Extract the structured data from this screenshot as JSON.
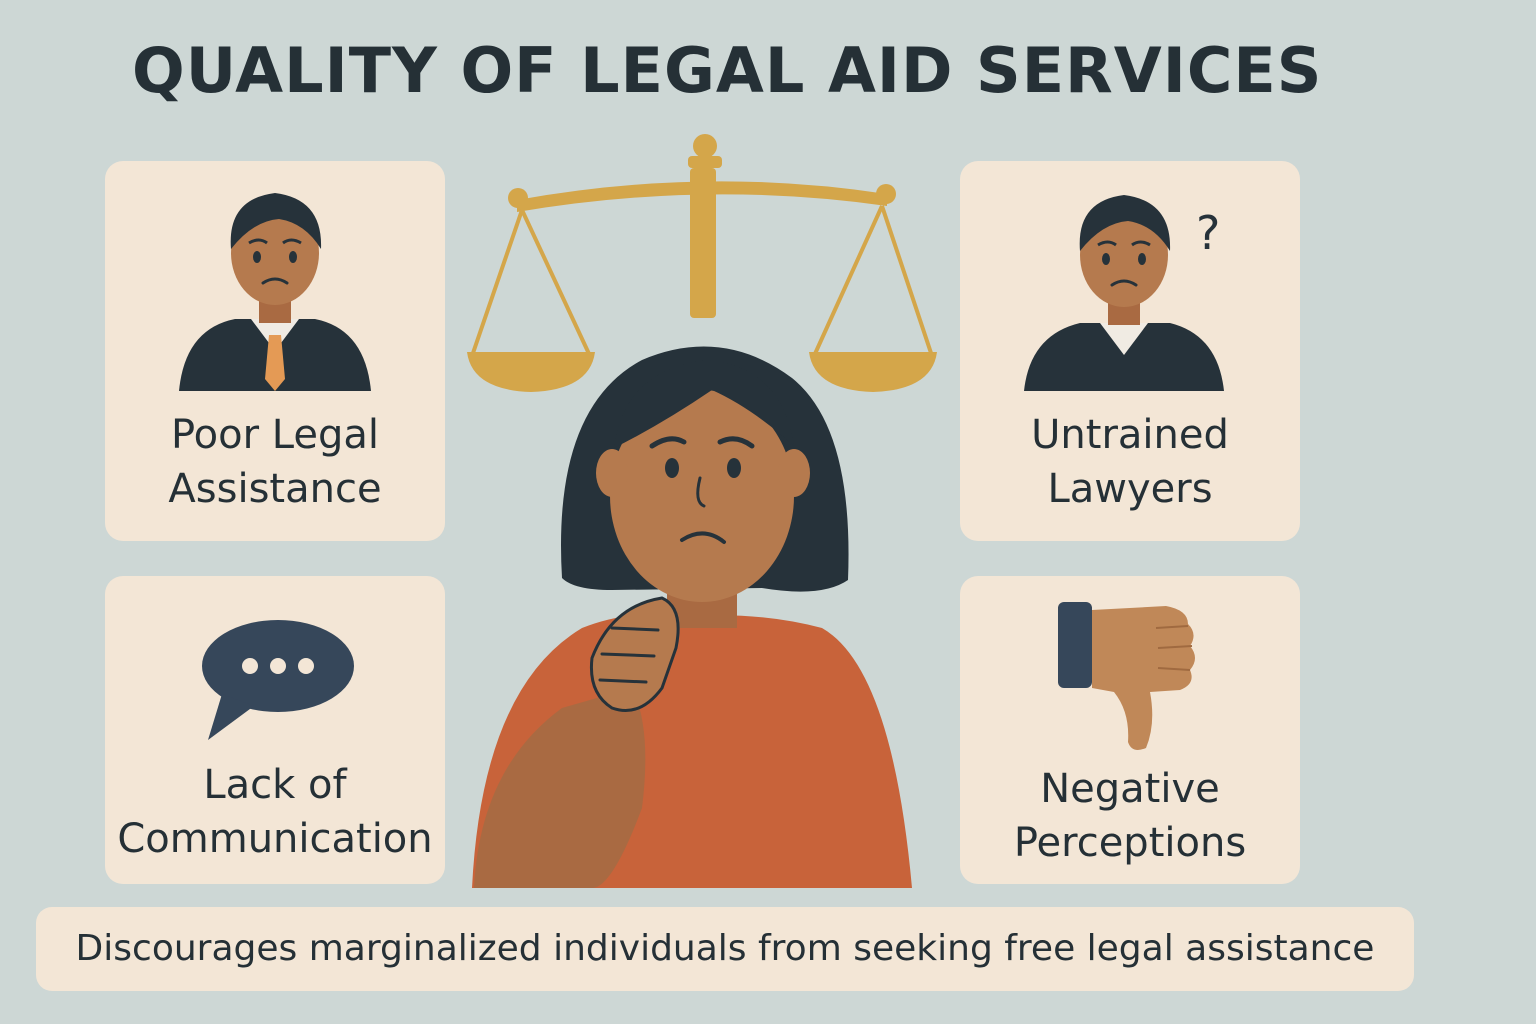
{
  "title": "QUALITY OF LEGAL AID SERVICES",
  "cards": [
    {
      "lines": [
        "Poor Legal",
        "Assistance"
      ],
      "icon": "lawyer-suit-icon"
    },
    {
      "lines": [
        "Untrained",
        "Lawyers"
      ],
      "icon": "confused-lawyer-icon"
    },
    {
      "lines": [
        "Lack of",
        "Communication"
      ],
      "icon": "speech-bubble-icon"
    },
    {
      "lines": [
        "Negative",
        "Perceptions"
      ],
      "icon": "thumbs-down-icon"
    }
  ],
  "banner": "Discourages marginalized individuals from seeking free legal assistance",
  "colors": {
    "background": "#cdd7d5",
    "card": "#f3e6d6",
    "text": "#253036",
    "scale_gold": "#d4a64a",
    "shirt": "#c8633a",
    "skin": "#b57a4e"
  }
}
